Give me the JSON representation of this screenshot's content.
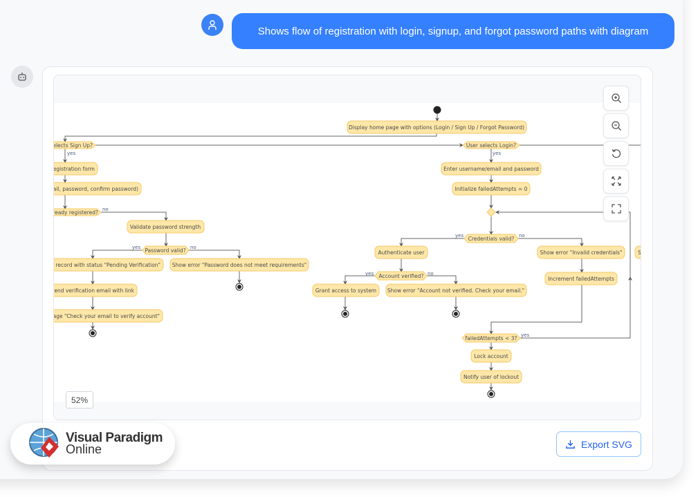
{
  "chat": {
    "user_message": "Shows flow of registration with login, signup, and forgot password paths with diagram"
  },
  "diagram": {
    "nodes": {
      "display_home": "Display home page with options (Login / Sign Up / Forgot Password)",
      "signup_decision": "elects Sign Up?",
      "registration_form": "egistration form",
      "enter_details": "ail, password, confirm password)",
      "already_registered": "ready registered?",
      "validate_password": "Validate password strength",
      "password_valid": "Password valid?",
      "create_record": "r record with status \"Pending Verification\"",
      "password_error": "Show error \"Password does not meet requirements\"",
      "send_verification": "end verification email with link",
      "check_email_msg": "age \"Check your email to verify account\"",
      "login_decision": "User selects Login?",
      "enter_credentials": "Enter username/email and password",
      "init_attempts": "Initialize failedAttempts = 0",
      "credentials_valid": "Credentials valid?",
      "authenticate": "Authenticate user",
      "account_verified": "Account verified?",
      "grant_access": "Grant access to system",
      "not_verified_error": "Show error \"Account not verified. Check your email.\"",
      "invalid_credentials": "Show error \"Invalid credentials\"",
      "increment_attempts": "Increment failedAttempts",
      "attempts_check": "failedAttempts < 3?",
      "lock_account": "Lock account",
      "notify_lockout": "Notify user of lockout",
      "partial_right": "S"
    },
    "edge_labels": {
      "yes": "yes",
      "no": "no"
    },
    "colors": {
      "node_fill": "#fee7a8",
      "node_stroke": "#f5c96a"
    }
  },
  "toolbar": {
    "icons": [
      "zoom-in-icon",
      "zoom-out-icon",
      "reset-icon",
      "fit-icon",
      "fullscreen-icon"
    ]
  },
  "zoom_level": "52%",
  "logo": {
    "line1": "Visual Paradigm",
    "line2": "Online"
  },
  "export_button": {
    "label": "Export SVG"
  },
  "colors": {
    "accent": "#3580ff"
  }
}
